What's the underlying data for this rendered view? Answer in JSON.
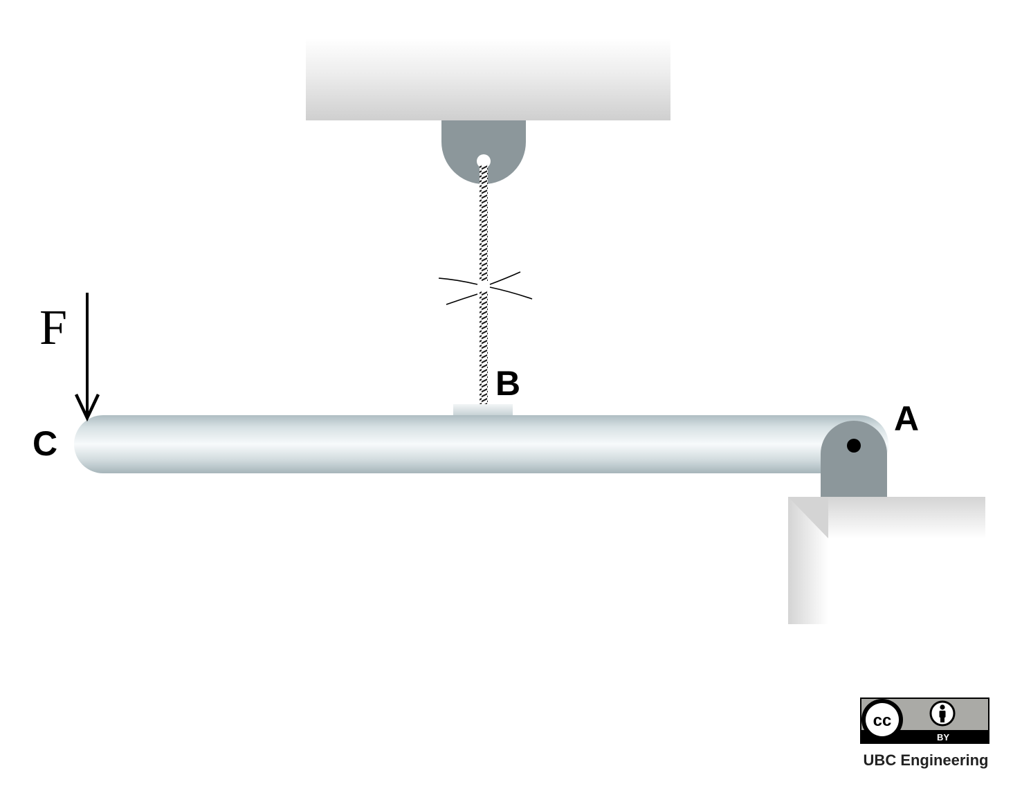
{
  "labels": {
    "force": "F",
    "point_a": "A",
    "point_b": "B",
    "point_c": "C"
  },
  "license": {
    "cc": "cc",
    "by": "BY",
    "credit": "UBC Engineering"
  },
  "colors": {
    "bracket": "#8c979b",
    "beam_light": "#f4f8f9",
    "beam_dark": "#aab8bd",
    "support_gray": "#d2d2d2",
    "license_bg": "#aaaaa6"
  },
  "icons": [
    "force-arrow-icon",
    "cable-break-icon",
    "pin-joint-icon",
    "cc-icon",
    "attribution-person-icon"
  ]
}
